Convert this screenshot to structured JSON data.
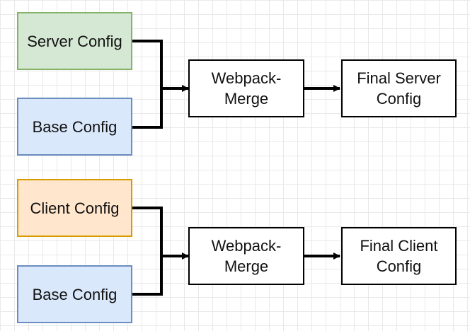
{
  "diagram": {
    "top_group": {
      "server_config": "Server Config",
      "base_config": "Base Config",
      "merge": "Webpack-\nMerge",
      "final": "Final Server\nConfig"
    },
    "bottom_group": {
      "client_config": "Client Config",
      "base_config": "Base Config",
      "merge": "Webpack-\nMerge",
      "final": "Final Client\nConfig"
    },
    "colors": {
      "server_fill": "#d5e8d4",
      "server_stroke": "#82b366",
      "base_fill": "#dae8fc",
      "base_stroke": "#6c8ebf",
      "client_fill": "#ffe6cc",
      "client_stroke": "#d79b00",
      "process_fill": "#ffffff",
      "connector": "#000000"
    }
  }
}
